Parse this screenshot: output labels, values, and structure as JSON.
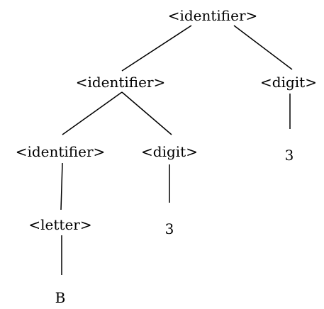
{
  "tree": {
    "nodes": {
      "root": {
        "label": "<identifier>"
      },
      "left_id": {
        "label": "<identifier>"
      },
      "right_digit": {
        "label": "<digit>"
      },
      "right_leaf": {
        "label": "3"
      },
      "ll_id": {
        "label": "<identifier>"
      },
      "lr_digit": {
        "label": "<digit>"
      },
      "lr_leaf": {
        "label": "3"
      },
      "letter": {
        "label": "<letter>"
      },
      "letter_leaf": {
        "label": "B"
      }
    },
    "edges": [
      [
        "root",
        "left_id"
      ],
      [
        "root",
        "right_digit"
      ],
      [
        "right_digit",
        "right_leaf"
      ],
      [
        "left_id",
        "ll_id"
      ],
      [
        "left_id",
        "lr_digit"
      ],
      [
        "lr_digit",
        "lr_leaf"
      ],
      [
        "ll_id",
        "letter"
      ],
      [
        "letter",
        "letter_leaf"
      ]
    ]
  },
  "colors": {
    "text": "#000000",
    "line": "#000000",
    "background": "#ffffff"
  }
}
